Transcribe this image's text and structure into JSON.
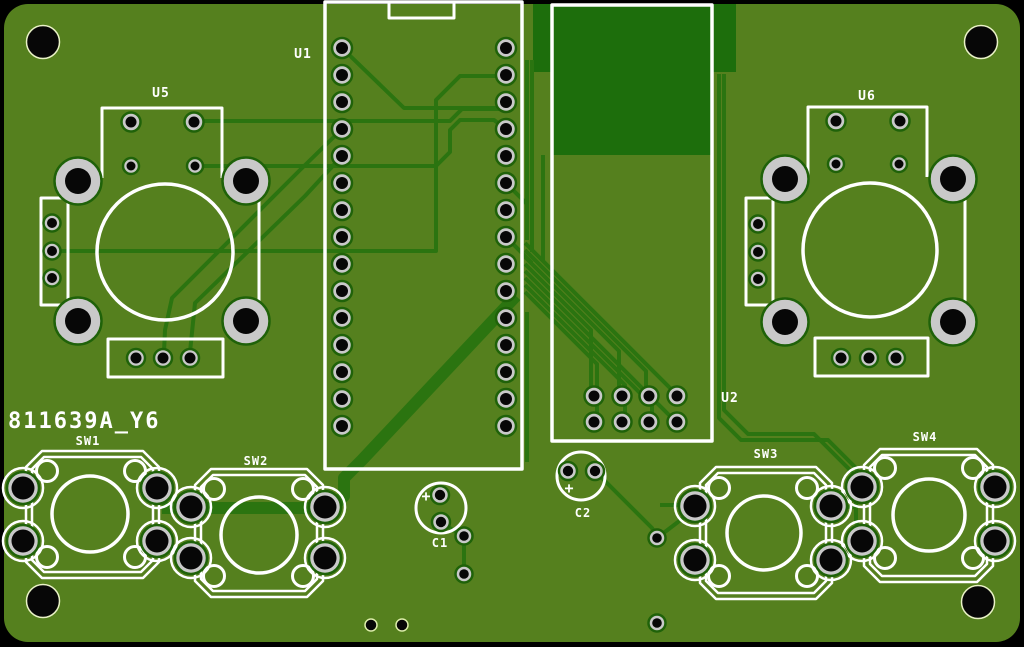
{
  "title": "PCB layout render",
  "board": {
    "id_text": "811639A_Y6",
    "colors": {
      "bg": "#000000",
      "board": "#55801e",
      "pour": "#1d6e0c",
      "trace": "#2b7410",
      "silk": "#ffffff",
      "pad_ring": "#c9c9c9",
      "pad_halo": "#1f6209",
      "hole": "#070707",
      "corner_ring": "#e9f2c6",
      "tiny_ring": "#dcedaa"
    }
  },
  "labels": {
    "u1": "U1",
    "u2": "U2",
    "u5": "U5",
    "u6": "U6",
    "sw1": "SW1",
    "sw2": "SW2",
    "sw3": "SW3",
    "sw4": "SW4",
    "c1": "C1",
    "c2": "C2",
    "c1_polarity": "+",
    "c2_polarity": "+"
  }
}
